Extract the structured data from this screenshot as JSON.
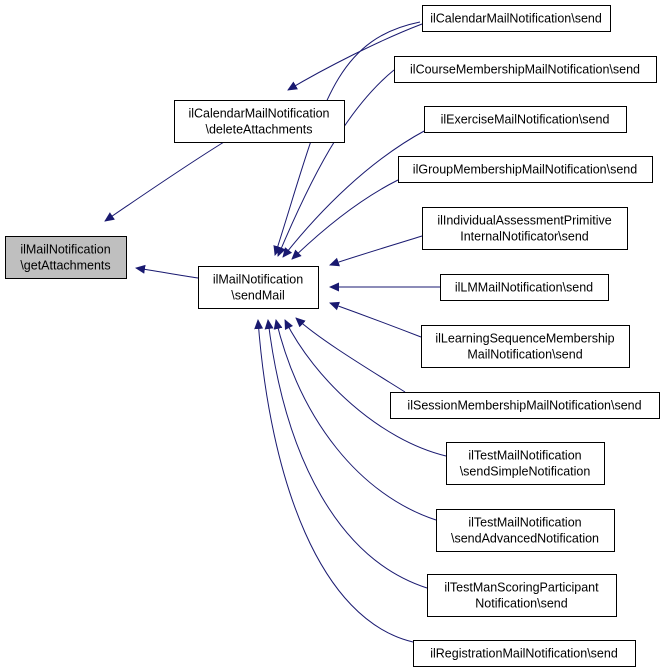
{
  "graph": {
    "colors": {
      "edge": "#191970",
      "node_border": "#000000",
      "node_fill": "#ffffff",
      "root_fill": "#bfbfbf"
    },
    "nodes": [
      {
        "id": "root",
        "lines": [
          "ilMailNotification",
          "\\getAttachments"
        ],
        "highlighted": true
      },
      {
        "id": "deleteAttachments",
        "lines": [
          "ilCalendarMailNotification",
          "\\deleteAttachments"
        ]
      },
      {
        "id": "sendMail",
        "lines": [
          "ilMailNotification",
          "\\sendMail"
        ]
      },
      {
        "id": "calendarSend",
        "lines": [
          "ilCalendarMailNotification\\send"
        ]
      },
      {
        "id": "courseSend",
        "lines": [
          "ilCourseMembershipMailNotification\\send"
        ]
      },
      {
        "id": "exerciseSend",
        "lines": [
          "ilExerciseMailNotification\\send"
        ]
      },
      {
        "id": "groupSend",
        "lines": [
          "ilGroupMembershipMailNotification\\send"
        ]
      },
      {
        "id": "individualSend",
        "lines": [
          "ilIndividualAssessmentPrimitive",
          "InternalNotificator\\send"
        ]
      },
      {
        "id": "lmSend",
        "lines": [
          "ilLMMailNotification\\send"
        ]
      },
      {
        "id": "learningSend",
        "lines": [
          "ilLearningSequenceMembership",
          "MailNotification\\send"
        ]
      },
      {
        "id": "sessionSend",
        "lines": [
          "ilSessionMembershipMailNotification\\send"
        ]
      },
      {
        "id": "testSimple",
        "lines": [
          "ilTestMailNotification",
          "\\sendSimpleNotification"
        ]
      },
      {
        "id": "testAdvanced",
        "lines": [
          "ilTestMailNotification",
          "\\sendAdvancedNotification"
        ]
      },
      {
        "id": "manScoring",
        "lines": [
          "ilTestManScoringParticipant",
          "Notification\\send"
        ]
      },
      {
        "id": "registrationSend",
        "lines": [
          "ilRegistrationMailNotification\\send"
        ]
      }
    ],
    "edges": [
      {
        "from": "deleteAttachments",
        "to": "root"
      },
      {
        "from": "sendMail",
        "to": "root"
      },
      {
        "from": "calendarSend",
        "to": "deleteAttachments"
      },
      {
        "from": "calendarSend",
        "to": "sendMail"
      },
      {
        "from": "courseSend",
        "to": "sendMail"
      },
      {
        "from": "exerciseSend",
        "to": "sendMail"
      },
      {
        "from": "groupSend",
        "to": "sendMail"
      },
      {
        "from": "individualSend",
        "to": "sendMail"
      },
      {
        "from": "lmSend",
        "to": "sendMail"
      },
      {
        "from": "learningSend",
        "to": "sendMail"
      },
      {
        "from": "sessionSend",
        "to": "sendMail"
      },
      {
        "from": "testSimple",
        "to": "sendMail"
      },
      {
        "from": "testAdvanced",
        "to": "sendMail"
      },
      {
        "from": "manScoring",
        "to": "sendMail"
      },
      {
        "from": "registrationSend",
        "to": "sendMail"
      }
    ]
  }
}
